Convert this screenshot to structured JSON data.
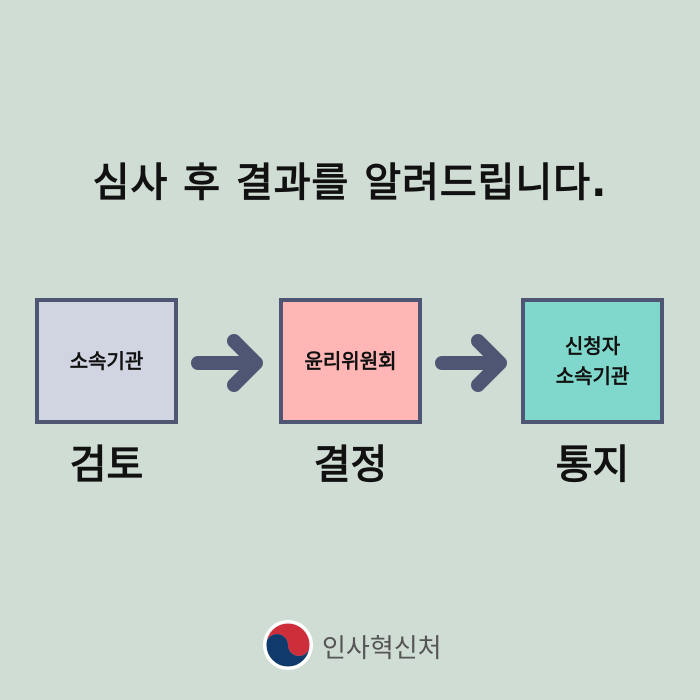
{
  "title": "심사 후 결과를 알려드립니다.",
  "steps": [
    {
      "box_lines": [
        "소속기관"
      ],
      "label": "검토",
      "color": "#d1d5e2"
    },
    {
      "box_lines": [
        "윤리위원회"
      ],
      "label": "결정",
      "color": "#ffb6b5"
    },
    {
      "box_lines": [
        "신청자",
        "소속기관"
      ],
      "label": "통지",
      "color": "#7fd8cb"
    }
  ],
  "footer": {
    "org_name": "인사혁신처"
  },
  "colors": {
    "background": "#cfddd4",
    "border": "#4f5673",
    "arrow": "#4f5673"
  }
}
